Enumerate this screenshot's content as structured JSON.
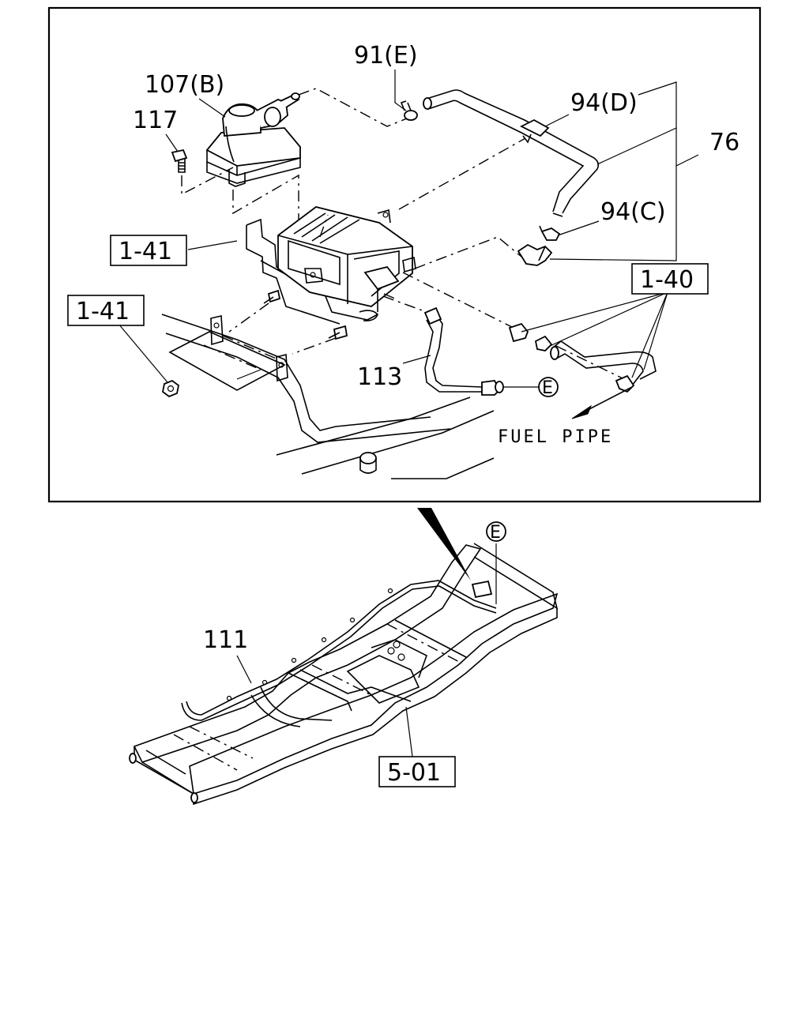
{
  "callouts": {
    "c91e": "91(E)",
    "c107b": "107(B)",
    "c117": "117",
    "c94d": "94(D)",
    "c76": "76",
    "c94c": "94(C)",
    "c113": "113",
    "c111": "111"
  },
  "refs": {
    "ref141a": "1-41",
    "ref141b": "1-41",
    "ref140": "1-40",
    "ref501": "5-01"
  },
  "connector": "E",
  "fuel_pipe": "FUEL PIPE"
}
